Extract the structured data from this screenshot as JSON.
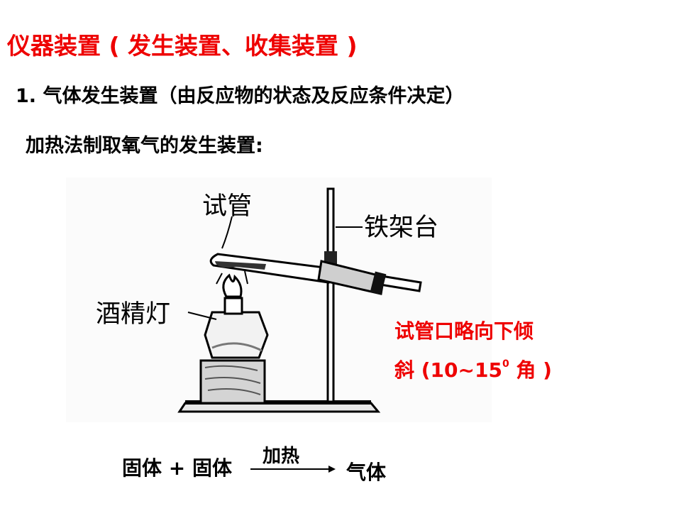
{
  "heading": {
    "title": "仪器装置 ( 发生装置、收集装置 )",
    "section": "1. 气体发生装置（由反应物的状态及反应条件决定）",
    "subsection": "加热法制取氧气的发生装置:"
  },
  "figure": {
    "labels": {
      "test_tube": "试管",
      "iron_stand": "铁架台",
      "alcohol_lamp": "酒精灯"
    }
  },
  "note": {
    "line1": "试管口略向下倾",
    "line2_prefix": "斜 (10~15",
    "line2_sup": "0",
    "line2_suffix": " 角 )"
  },
  "equation": {
    "reactants": "固体 + 固体",
    "condition": "加热",
    "product": "气体"
  },
  "colors": {
    "accent": "#ee0000",
    "text": "#000000"
  }
}
